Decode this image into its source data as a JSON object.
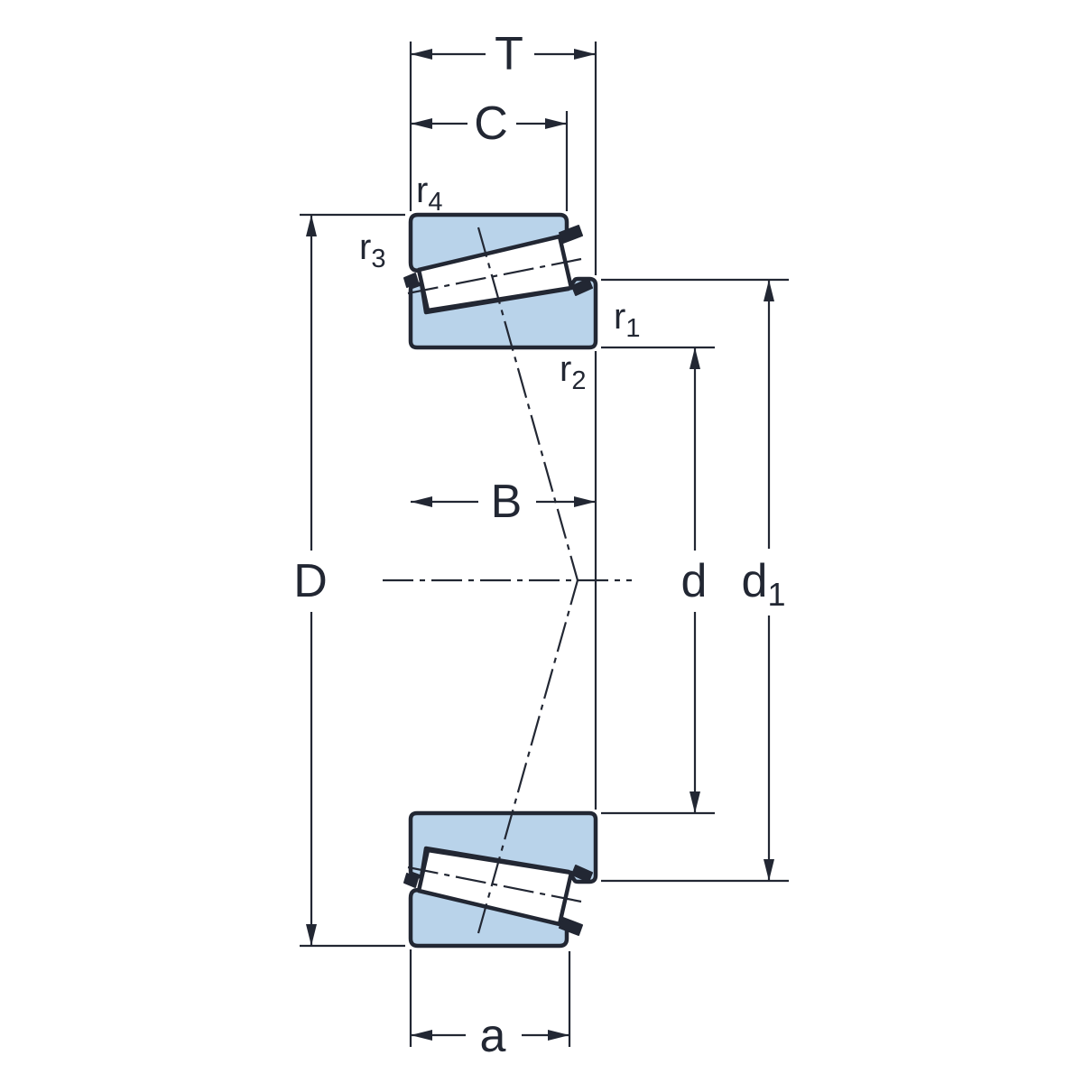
{
  "diagram": {
    "subject": "Tapered roller bearing cross-section technical drawing",
    "colors": {
      "ring_fill": "#b9d3ea",
      "line_color": "#222733",
      "background": "#ffffff"
    },
    "dimension_labels": {
      "T": "T",
      "C": "C",
      "B": "B",
      "a": "a",
      "D": "D",
      "d": "d",
      "d1": {
        "base": "d",
        "sub": "1"
      },
      "r1": {
        "base": "r",
        "sub": "1"
      },
      "r2": {
        "base": "r",
        "sub": "2"
      },
      "r3": {
        "base": "r",
        "sub": "3"
      },
      "r4": {
        "base": "r",
        "sub": "4"
      }
    }
  }
}
